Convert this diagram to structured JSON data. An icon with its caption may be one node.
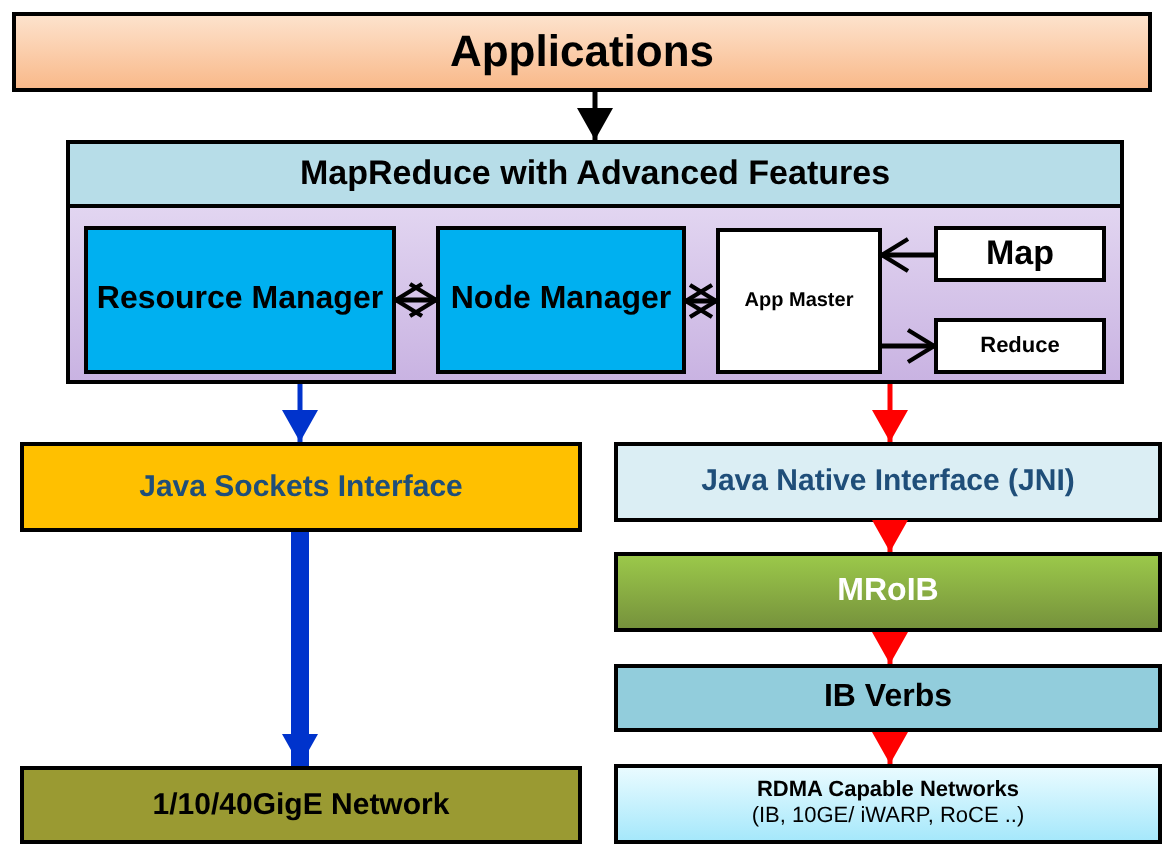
{
  "diagram": {
    "nodes": [
      {
        "text": [
          "Applications"
        ]
      },
      {
        "text": [
          "MapReduce with Advanced Features"
        ]
      },
      {
        "text": [
          "Resource Manager"
        ],
        "in": 1
      },
      {
        "text": [
          "Node Manager"
        ],
        "in": 1
      },
      {
        "text": [
          "App Master"
        ],
        "in": 1
      },
      {
        "text": [
          "Map"
        ],
        "in": 1
      },
      {
        "text": [
          "Reduce"
        ],
        "in": 1
      },
      {
        "text": [
          "Java Sockets Interface"
        ]
      },
      {
        "text": [
          "Java Native Interface (JNI)"
        ]
      },
      {
        "text": [
          "MRoIB"
        ]
      },
      {
        "text": [
          "IB Verbs"
        ]
      },
      {
        "text": [
          "1/10/40GigE Network"
        ]
      },
      {
        "text": [
          "RDMA Capable Networks",
          "(IB, 10GE/ iWARP, RoCE ..)"
        ]
      }
    ],
    "edges": [
      {
        "from": 0,
        "to": 1,
        "arrow": "to"
      },
      {
        "from": 2,
        "to": 3,
        "arrow": "both"
      },
      {
        "from": 3,
        "to": 4,
        "arrow": "both"
      },
      {
        "from": 5,
        "to": 4,
        "arrow": "to"
      },
      {
        "from": 4,
        "to": 6,
        "arrow": "to"
      },
      {
        "from": 1,
        "to": 7,
        "arrow": "to",
        "color": "#0033cc"
      },
      {
        "from": 1,
        "to": 8,
        "arrow": "to",
        "color": "#ff0000"
      },
      {
        "from": 8,
        "to": 9,
        "arrow": "to",
        "color": "#ff0000"
      },
      {
        "from": 9,
        "to": 10,
        "arrow": "to",
        "color": "#ff0000"
      },
      {
        "from": 10,
        "to": 12,
        "arrow": "to",
        "color": "#ff0000"
      },
      {
        "from": 7,
        "to": 11,
        "arrow": "to",
        "style": "thick",
        "color": "#0033cc"
      }
    ]
  }
}
